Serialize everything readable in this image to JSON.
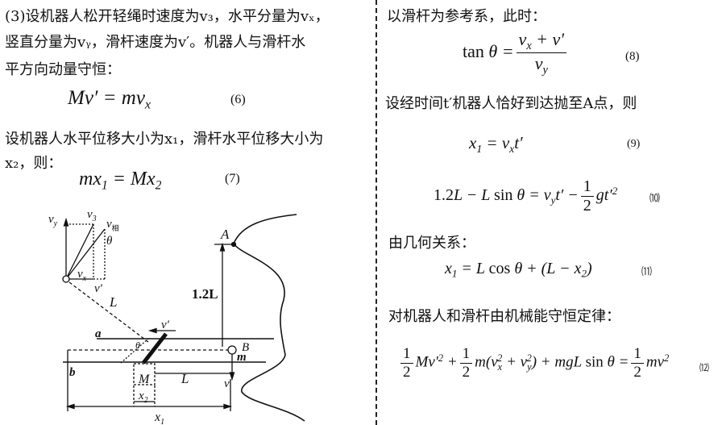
{
  "left": {
    "p1_l1": "(3)设机器人松开轻绳时速度为v₃，水平分量为vₓ，",
    "p1_l2": "竖直分量为vᵧ，滑杆速度为v′。机器人与滑杆水",
    "p1_l3": "平方向动量守恒：",
    "eq6_num": "(6)",
    "p2_l1": "设机器人水平位移大小为x₁，滑杆水平位移大小为",
    "p2_l2": "x₂，则：",
    "eq7_num": "(7)"
  },
  "right": {
    "r1": "以滑杆为参考系，此时：",
    "eq8_num": "(8)",
    "r2": "设经时间t′机器人恰好到达抛至A点，则",
    "eq9_num": "(9)",
    "eq10_num": "⑽",
    "r3": "由几何关系：",
    "eq11_num": "⑾",
    "r4": "对机器人和滑杆由机械能守恒定律：",
    "eq12_num": "⑿"
  },
  "figure": {
    "labels": {
      "vy": "v",
      "vy_sub": "y",
      "v3": "v",
      "v3_sub": "3",
      "vrel": "v",
      "vrel_sub": "相",
      "theta": "θ",
      "vx": "v",
      "vx_sub": "x",
      "vprime_small": "v′",
      "L_rope": "L",
      "A": "A",
      "h": "1.2L",
      "vprime_rod": "v′",
      "a": "a",
      "b": "b",
      "B": "B",
      "m": "m",
      "theta2": "θ",
      "M": "M",
      "L_seg": "L",
      "v_down": "v",
      "x2": "x",
      "x2_sub": "2",
      "x1": "x",
      "x1_sub": "1"
    }
  }
}
